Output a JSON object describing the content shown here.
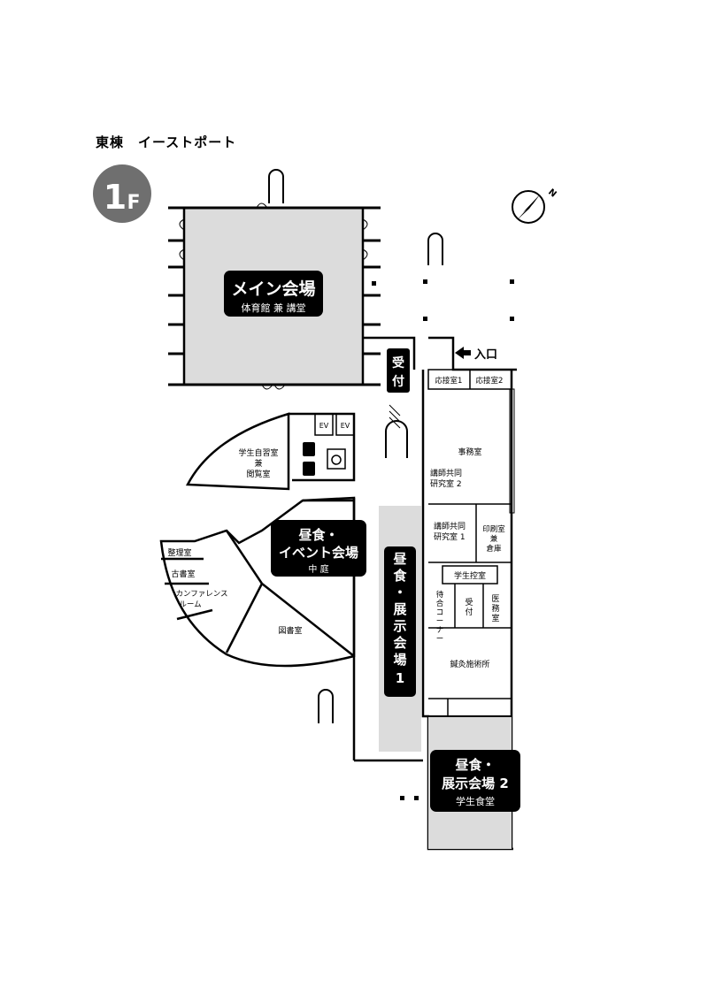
{
  "header": {
    "building": "東棟",
    "subtitle": "イーストポート"
  },
  "floor_badge": {
    "number": "1",
    "suffix": "F"
  },
  "compass": {
    "north_label": "N"
  },
  "entrance": {
    "label": "入口"
  },
  "venues": {
    "main": {
      "title": "メイン会場",
      "sub": "体育館 兼 講堂"
    },
    "event": {
      "line1": "昼食・",
      "line2": "イベント会場",
      "sub": "中 庭"
    },
    "expo1": {
      "chars": [
        "昼",
        "食",
        "・",
        "展",
        "示",
        "会",
        "場",
        "1"
      ]
    },
    "expo2": {
      "line1": "昼食・",
      "line2": "展示会場 2",
      "sub": "学生食堂"
    },
    "reception": {
      "chars": [
        "受",
        "付"
      ]
    }
  },
  "rooms": {
    "ouse1": "応接室1",
    "ouse2": "応接室2",
    "jimu": "事務室",
    "koshi2_a": "講師共同",
    "koshi2_b": "研究室 2",
    "koshi1_a": "講師共同",
    "koshi1_b": "研究室 1",
    "insatsu_a": "印刷室",
    "insatsu_b": "兼",
    "insatsu_c": "倉庫",
    "gakusei_hikae": "学生控室",
    "machiai": [
      "待",
      "合",
      "コ",
      "ー",
      "ナ",
      "ー"
    ],
    "uketsuke": [
      "受",
      "付"
    ],
    "imu": [
      "医",
      "務",
      "室"
    ],
    "shinkyu": "鍼灸施術所",
    "jishu_a": "学生自習室",
    "jishu_b": "兼",
    "jishu_c": "閲覧室",
    "seiri": "整理室",
    "kosho": "古書室",
    "conf_a": "カンファレンス",
    "conf_b": "ルーム",
    "tosho": "図書室",
    "ev1": "EV",
    "ev2": "EV"
  },
  "colors": {
    "venue_fill": "#000000",
    "hall_fill": "#dcdcdc",
    "badge": "#6f6f6f"
  }
}
